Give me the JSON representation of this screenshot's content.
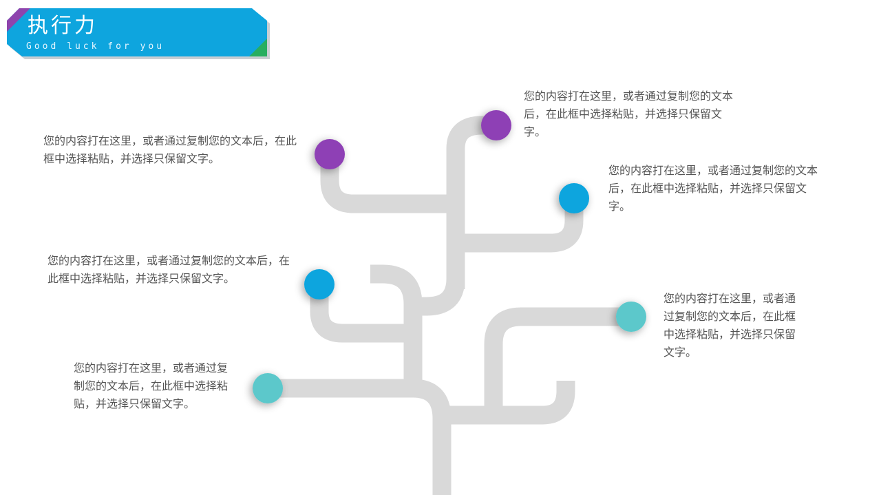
{
  "header": {
    "title": "执行力",
    "subtitle": "Good luck for you",
    "banner_color": "#0ea5de",
    "corner_top_left_color": "#8e44ad",
    "corner_bottom_right_color": "#27ae60"
  },
  "diagram": {
    "branch_color": "#d9d9d9",
    "nodes": [
      {
        "id": "node-top-left",
        "color": "#8e3fb5",
        "text": "您的内容打在这里，或者通过复制您的文本后，在此框中选择粘贴，并选择只保留文字。"
      },
      {
        "id": "node-top-right",
        "color": "#8e3fb5",
        "text": "您的内容打在这里，或者通过复制您的文本后，在此框中选择粘贴，并选择只保留文字。"
      },
      {
        "id": "node-mid-right",
        "color": "#0ea5de",
        "text": "您的内容打在这里，或者通过复制您的文本后，在此框中选择粘贴，并选择只保留文字。"
      },
      {
        "id": "node-mid-left",
        "color": "#0ea5de",
        "text": "您的内容打在这里，或者通过复制您的文本后，在此框中选择粘贴，并选择只保留文字。"
      },
      {
        "id": "node-low-right",
        "color": "#5bc8cb",
        "text": "您的内容打在这里，或者通过复制您的文本后，在此框中选择粘贴，并选择只保留文字。"
      },
      {
        "id": "node-low-left",
        "color": "#5bc8cb",
        "text": "您的内容打在这里，或者通过复制您的文本后，在此框中选择粘贴，并选择只保留文字。"
      }
    ]
  }
}
